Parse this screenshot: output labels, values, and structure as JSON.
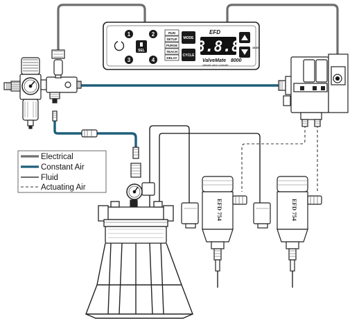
{
  "controller": {
    "brand": "EFD",
    "model": "ValveMate",
    "model_number": "8000",
    "display_value": "8.8.8",
    "port_numbers": [
      "1",
      "2",
      "3",
      "4"
    ],
    "mode_buttons": [
      "RUN",
      "SETUP",
      "PURGE",
      "TEACH",
      "DELAY"
    ],
    "mode_label": "MODE",
    "cycle_label": "CYCLE",
    "select_label": "SEL",
    "unit_label": "10/20",
    "subtitle": "ultimate valve controller"
  },
  "valves": [
    {
      "label": "EFD 754"
    },
    {
      "label": "EFD 754"
    }
  ],
  "legend": {
    "items": [
      {
        "label": "Electrical",
        "style": "electrical",
        "color": "#707070"
      },
      {
        "label": "Constant Air",
        "style": "constant-air",
        "color": "#1f5f7a"
      },
      {
        "label": "Fluid",
        "style": "fluid",
        "color": "#111111"
      },
      {
        "label": "Actuating Air",
        "style": "actuating-air",
        "color": "#333333"
      }
    ]
  }
}
